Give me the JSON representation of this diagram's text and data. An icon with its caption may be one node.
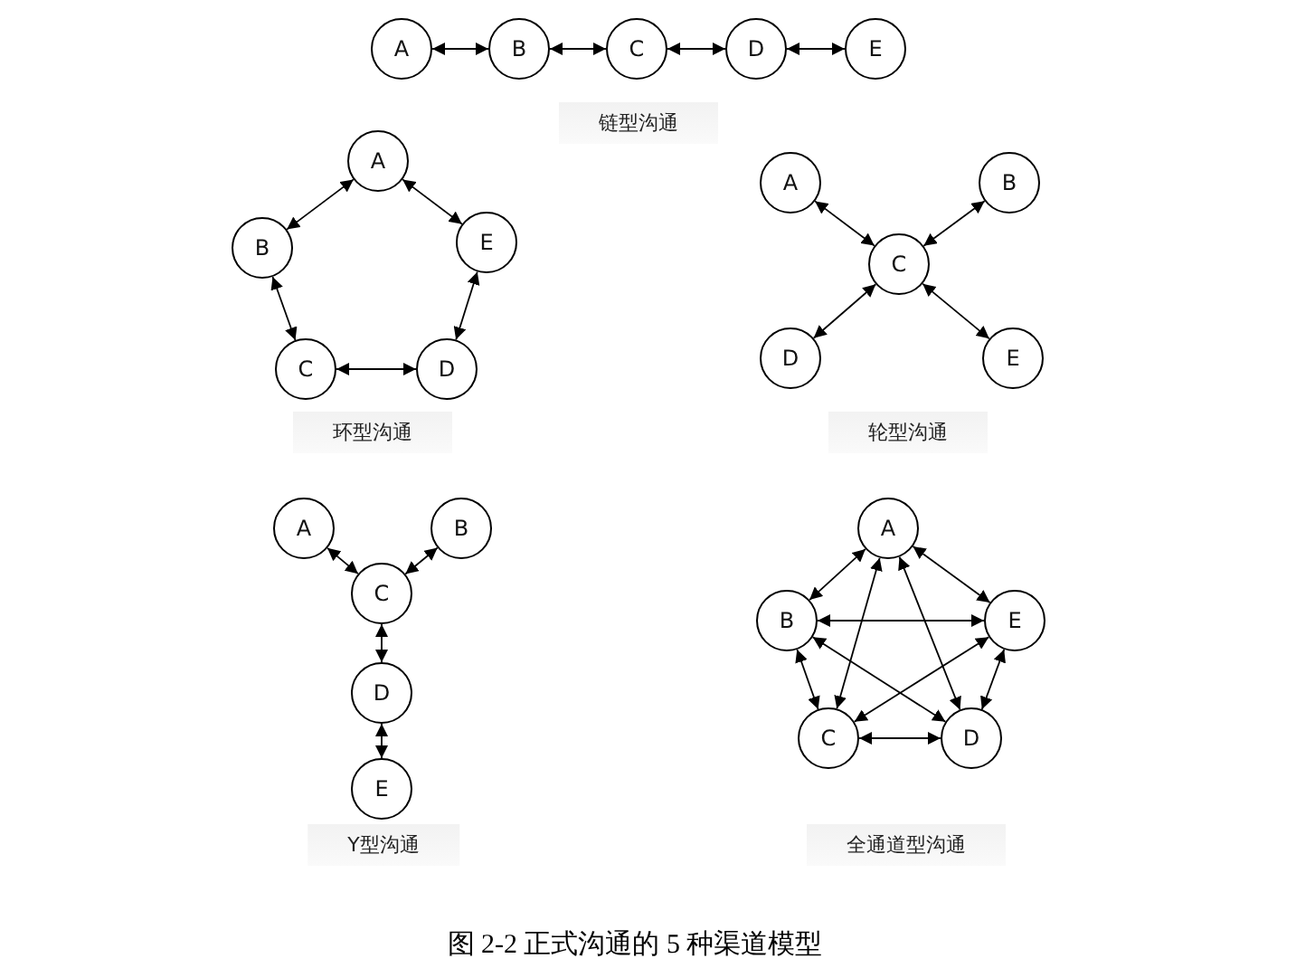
{
  "diagram": {
    "caption": "图 2-2  正式沟通的 5 种渠道模型",
    "nodes": [
      {
        "text": [
          "A"
        ]
      },
      {
        "text": [
          "B"
        ]
      },
      {
        "text": [
          "C"
        ]
      },
      {
        "text": [
          "D"
        ]
      },
      {
        "text": [
          "E"
        ]
      },
      {
        "text": [
          "A"
        ]
      },
      {
        "text": [
          "B"
        ]
      },
      {
        "text": [
          "E"
        ]
      },
      {
        "text": [
          "C"
        ]
      },
      {
        "text": [
          "D"
        ]
      },
      {
        "text": [
          "A"
        ]
      },
      {
        "text": [
          "B"
        ]
      },
      {
        "text": [
          "C"
        ]
      },
      {
        "text": [
          "D"
        ]
      },
      {
        "text": [
          "E"
        ]
      },
      {
        "text": [
          "A"
        ]
      },
      {
        "text": [
          "B"
        ]
      },
      {
        "text": [
          "C"
        ]
      },
      {
        "text": [
          "D"
        ]
      },
      {
        "text": [
          "E"
        ]
      },
      {
        "text": [
          "A"
        ]
      },
      {
        "text": [
          "B"
        ]
      },
      {
        "text": [
          "E"
        ]
      },
      {
        "text": [
          "C"
        ]
      },
      {
        "text": [
          "D"
        ]
      }
    ],
    "edges": [
      {
        "from": 0,
        "to": 1,
        "arrow": "both"
      },
      {
        "from": 1,
        "to": 2,
        "arrow": "both"
      },
      {
        "from": 2,
        "to": 3,
        "arrow": "both"
      },
      {
        "from": 3,
        "to": 4,
        "arrow": "both"
      },
      {
        "from": 5,
        "to": 6,
        "arrow": "both"
      },
      {
        "from": 5,
        "to": 7,
        "arrow": "both"
      },
      {
        "from": 6,
        "to": 8,
        "arrow": "both"
      },
      {
        "from": 8,
        "to": 9,
        "arrow": "both"
      },
      {
        "from": 9,
        "to": 7,
        "arrow": "both"
      },
      {
        "from": 10,
        "to": 12,
        "arrow": "both"
      },
      {
        "from": 11,
        "to": 12,
        "arrow": "both"
      },
      {
        "from": 12,
        "to": 13,
        "arrow": "both"
      },
      {
        "from": 12,
        "to": 14,
        "arrow": "both"
      },
      {
        "from": 15,
        "to": 17,
        "arrow": "both"
      },
      {
        "from": 16,
        "to": 17,
        "arrow": "both"
      },
      {
        "from": 17,
        "to": 18,
        "arrow": "both"
      },
      {
        "from": 18,
        "to": 19,
        "arrow": "both"
      },
      {
        "from": 20,
        "to": 21,
        "arrow": "both"
      },
      {
        "from": 20,
        "to": 22,
        "arrow": "both"
      },
      {
        "from": 20,
        "to": 23,
        "arrow": "both"
      },
      {
        "from": 20,
        "to": 24,
        "arrow": "both"
      },
      {
        "from": 21,
        "to": 22,
        "arrow": "both"
      },
      {
        "from": 21,
        "to": 23,
        "arrow": "both"
      },
      {
        "from": 21,
        "to": 24,
        "arrow": "both"
      },
      {
        "from": 22,
        "to": 23,
        "arrow": "both"
      },
      {
        "from": 22,
        "to": 24,
        "arrow": "both"
      },
      {
        "from": 23,
        "to": 24,
        "arrow": "both"
      }
    ],
    "labels": [
      "链型沟通",
      "环型沟通",
      "轮型沟通",
      "Y型沟通",
      "全通道型沟通"
    ]
  }
}
